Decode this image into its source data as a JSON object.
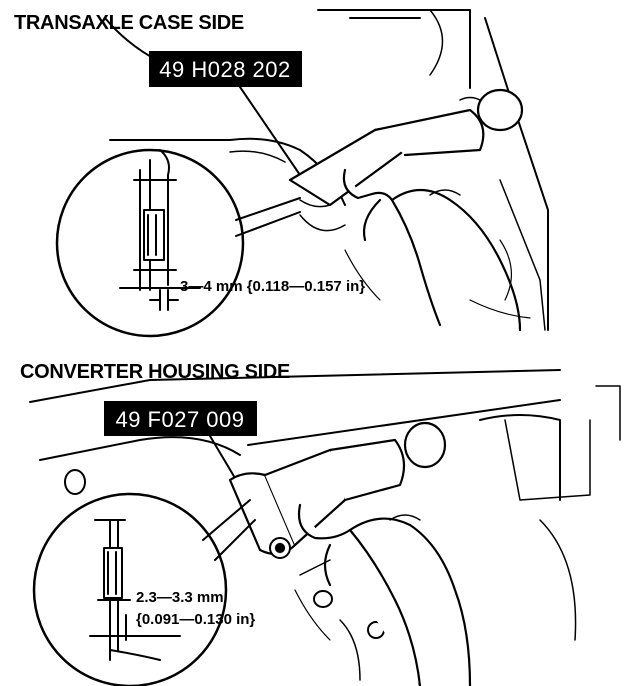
{
  "section_top": {
    "title": "TRANSAXLE CASE SIDE",
    "tool_number": "49 H028 202",
    "clearance_line1": "3—4 mm {0.118—0.157 in}"
  },
  "section_bottom": {
    "title": "CONVERTER HOUSING SIDE",
    "tool_number": "49 F027 009",
    "clearance_line1": "2.3—3.3 mm",
    "clearance_line2": "{0.091—0.130 in}"
  },
  "colors": {
    "ink": "#000000",
    "label_bg": "#000000",
    "label_text": "#ffffff",
    "background": "#ffffff"
  }
}
